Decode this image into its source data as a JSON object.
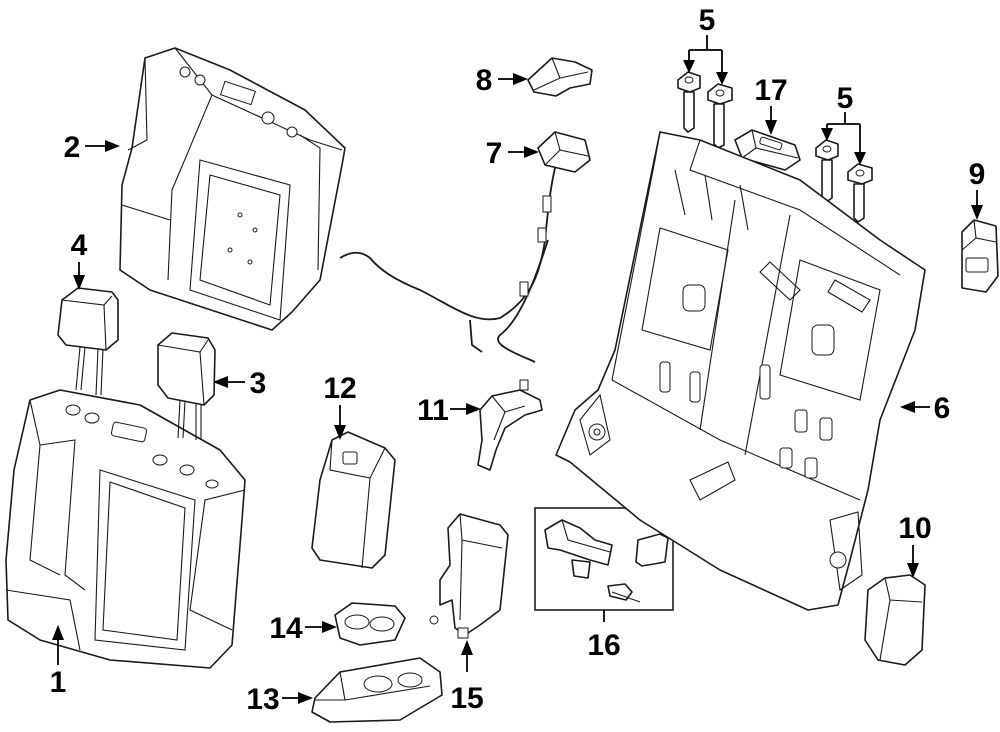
{
  "diagram": {
    "callouts": [
      {
        "id": "1",
        "label": "1",
        "part": "seat-cushion"
      },
      {
        "id": "2",
        "label": "2",
        "part": "seat-back-cover"
      },
      {
        "id": "3",
        "label": "3",
        "part": "headrest-right"
      },
      {
        "id": "4",
        "label": "4",
        "part": "headrest-left"
      },
      {
        "id": "5a",
        "label": "5",
        "part": "guide-bolts-left"
      },
      {
        "id": "5b",
        "label": "5",
        "part": "guide-bolts-right"
      },
      {
        "id": "6",
        "label": "6",
        "part": "seat-back-frame"
      },
      {
        "id": "7",
        "label": "7",
        "part": "sensor-harness"
      },
      {
        "id": "8",
        "label": "8",
        "part": "bracket"
      },
      {
        "id": "9",
        "label": "9",
        "part": "latch-cover"
      },
      {
        "id": "10",
        "label": "10",
        "part": "hinge-cover"
      },
      {
        "id": "11",
        "label": "11",
        "part": "belt-guide"
      },
      {
        "id": "12",
        "label": "12",
        "part": "armrest"
      },
      {
        "id": "13",
        "label": "13",
        "part": "cup-holder-tray"
      },
      {
        "id": "14",
        "label": "14",
        "part": "cup-holder-insert"
      },
      {
        "id": "15",
        "label": "15",
        "part": "armrest-hinge"
      },
      {
        "id": "16",
        "label": "16",
        "part": "repair-kit"
      },
      {
        "id": "17",
        "label": "17",
        "part": "latch-button"
      }
    ]
  }
}
